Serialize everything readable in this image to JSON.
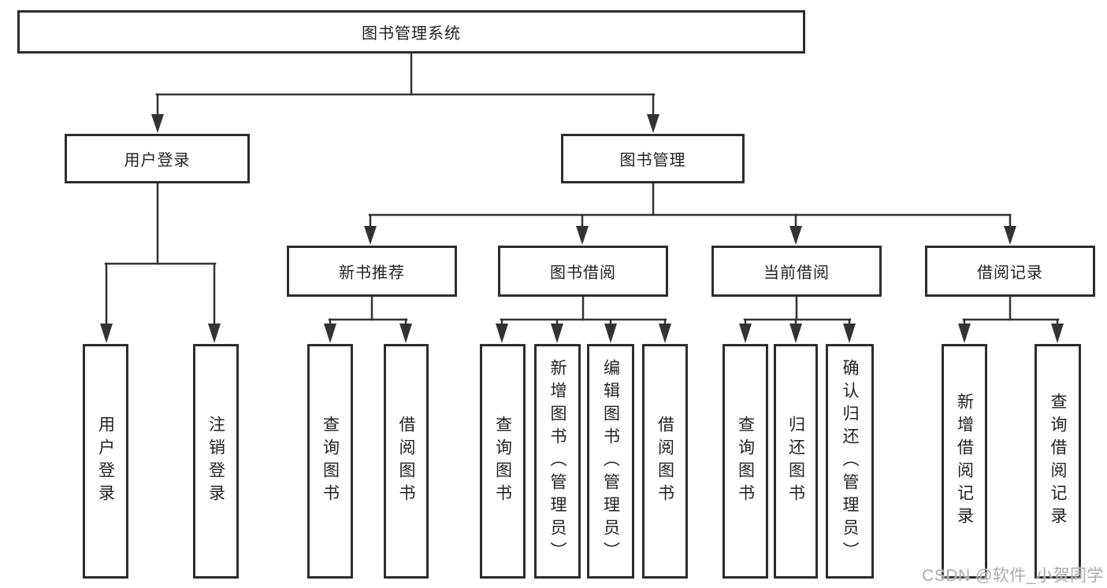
{
  "diagram_title": "图书管理系统",
  "tree": {
    "label": "图书管理系统",
    "children": [
      {
        "label": "用户登录",
        "children": [
          {
            "label": "用户登录"
          },
          {
            "label": "注销登录"
          }
        ]
      },
      {
        "label": "图书管理",
        "children": [
          {
            "label": "新书推荐",
            "children": [
              {
                "label": "查询图书"
              },
              {
                "label": "借阅图书"
              }
            ]
          },
          {
            "label": "图书借阅",
            "children": [
              {
                "label": "查询图书"
              },
              {
                "label": "新增图书（管理员）"
              },
              {
                "label": "编辑图书（管理员）"
              },
              {
                "label": "借阅图书"
              }
            ]
          },
          {
            "label": "当前借阅",
            "children": [
              {
                "label": "查询图书"
              },
              {
                "label": "归还图书"
              },
              {
                "label": "确认归还（管理员）"
              }
            ]
          },
          {
            "label": "借阅记录",
            "children": [
              {
                "label": "新增借阅记录"
              },
              {
                "label": "查询借阅记录"
              }
            ]
          }
        ]
      }
    ]
  },
  "watermark": {
    "text": "CSDN @软件_小贺同学"
  },
  "colors": {
    "line": "#333333",
    "box_border": "#2d2d2d",
    "text": "#222222",
    "watermark": "#ababab",
    "background": "#ffffff"
  }
}
